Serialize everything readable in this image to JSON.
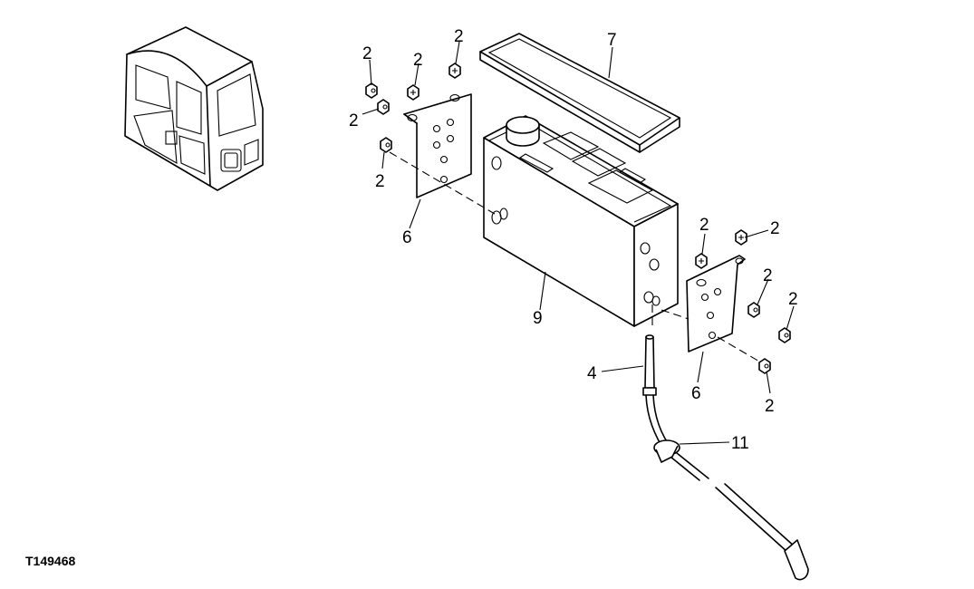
{
  "figure_id": "T149468",
  "callouts": {
    "c2a": "2",
    "c2b": "2",
    "c2c": "2",
    "c2d": "2",
    "c2e": "2",
    "c2f": "2",
    "c2g": "2",
    "c2h": "2",
    "c2i": "2",
    "c2j": "2",
    "c4": "4",
    "c6a": "6",
    "c6b": "6",
    "c7": "7",
    "c9": "9",
    "c11": "11"
  }
}
